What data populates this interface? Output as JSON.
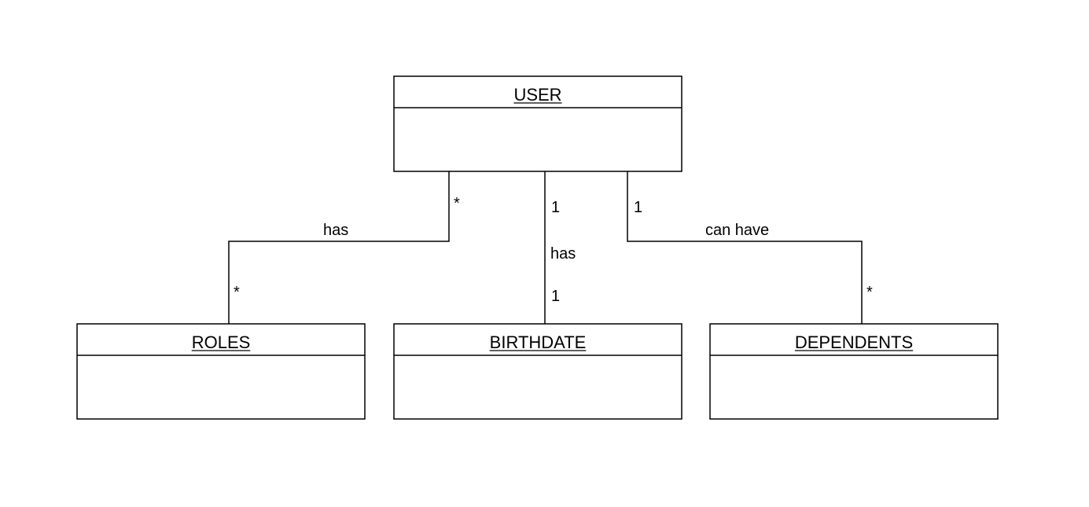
{
  "entities": {
    "user": {
      "name": "USER"
    },
    "roles": {
      "name": "ROLES"
    },
    "birthdate": {
      "name": "BIRTHDATE"
    },
    "dependents": {
      "name": "DEPENDENTS"
    }
  },
  "relationships": {
    "user_roles": {
      "label": "has",
      "user_multiplicity": "*",
      "roles_multiplicity": "*"
    },
    "user_birthdate": {
      "label": "has",
      "user_multiplicity": "1",
      "birthdate_multiplicity": "1"
    },
    "user_dependents": {
      "label": "can have",
      "user_multiplicity": "1",
      "dependents_multiplicity": "*"
    }
  },
  "colors": {
    "line": "#000000",
    "background": "#ffffff"
  }
}
